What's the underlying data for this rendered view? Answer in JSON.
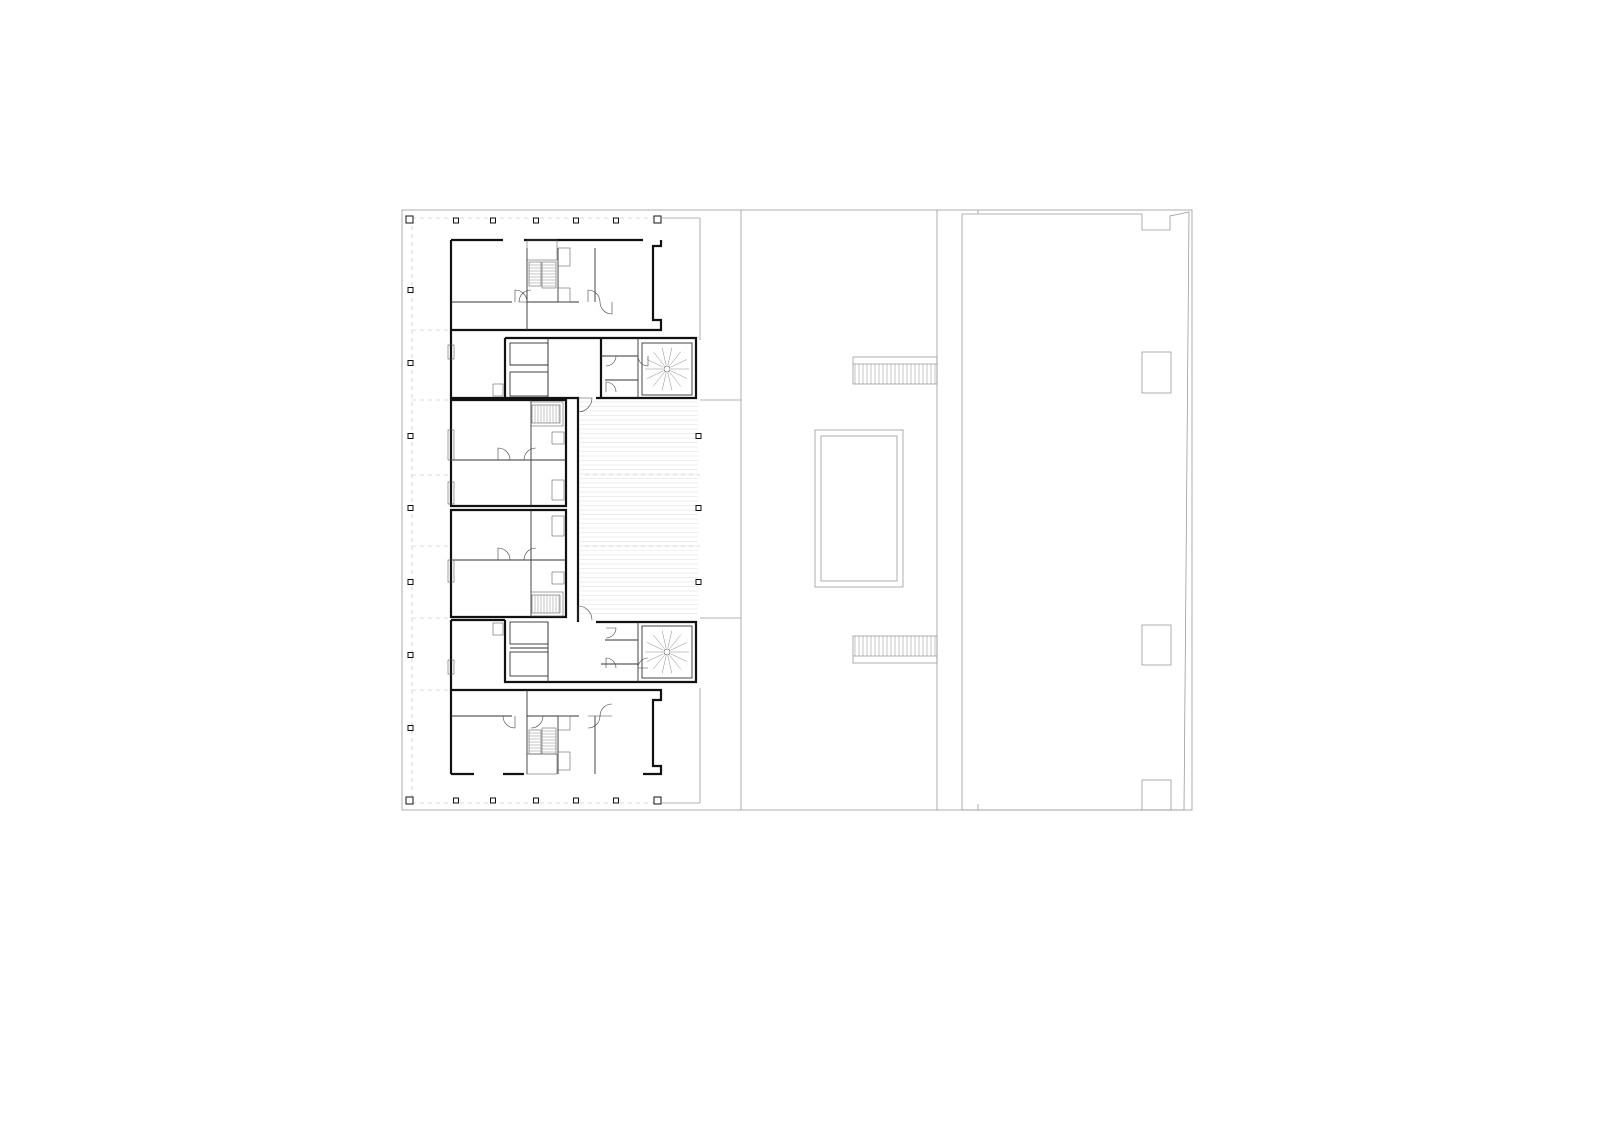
{
  "drawing": {
    "type": "architectural-floor-plan",
    "labels": [],
    "line_colors": {
      "walls": "#111111",
      "partitions": "#333333",
      "context": "#9a9a9a",
      "grid": "#b8b8b8"
    },
    "units": 6,
    "external_stairs": 2,
    "spiral_stairs": 2,
    "pool": 1
  }
}
